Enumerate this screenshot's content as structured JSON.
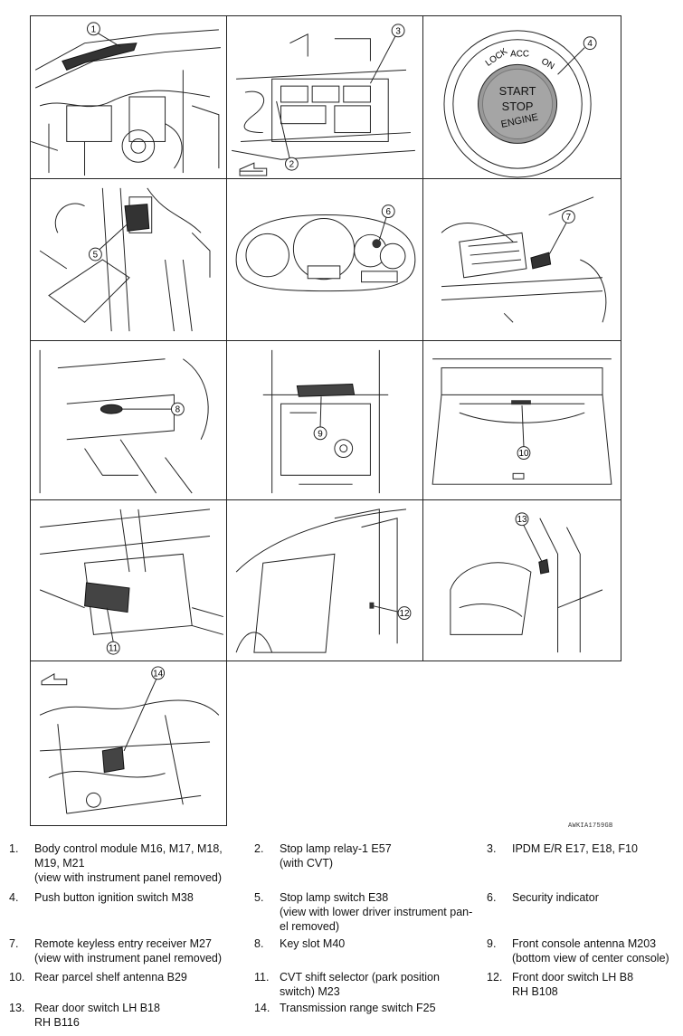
{
  "figure_code": "AWKIA1759GB",
  "panels": [
    {
      "callout": "1"
    },
    {
      "callout": "2"
    },
    {
      "callout": "3"
    },
    {
      "callout": "4",
      "ignition": {
        "lock": "LOCK",
        "acc": "ACC",
        "on": "ON",
        "start": "START",
        "stop": "STOP",
        "engine": "ENGINE"
      }
    },
    {
      "callout": "5"
    },
    {
      "callout": "6"
    },
    {
      "callout": "7"
    },
    {
      "callout": "8"
    },
    {
      "callout": "9"
    },
    {
      "callout": "10"
    },
    {
      "callout": "11"
    },
    {
      "callout": "12"
    },
    {
      "callout": "13"
    },
    {
      "callout": "14"
    }
  ],
  "legend": [
    {
      "num": "1.",
      "text": "Body control module M16, M17, M18,\nM19, M21\n(view with instrument panel removed)"
    },
    {
      "num": "2.",
      "text": "Stop lamp relay-1 E57\n(with CVT)"
    },
    {
      "num": "3.",
      "text": "IPDM E/R E17, E18, F10"
    },
    {
      "num": "4.",
      "text": "Push button ignition switch M38"
    },
    {
      "num": "5.",
      "text": "Stop lamp switch E38\n(view with lower driver instrument pan-\nel removed)"
    },
    {
      "num": "6.",
      "text": "Security indicator"
    },
    {
      "num": "7.",
      "text": "Remote keyless entry receiver M27\n(view with instrument panel removed)"
    },
    {
      "num": "8.",
      "text": "Key slot M40"
    },
    {
      "num": "9.",
      "text": "Front console antenna M203\n(bottom view of center console)"
    },
    {
      "num": "10.",
      "text": " Rear parcel shelf antenna B29"
    },
    {
      "num": "11.",
      "text": "CVT shift selector (park position\nswitch) M23"
    },
    {
      "num": "12.",
      "text": "Front door switch LH B8\nRH B108"
    },
    {
      "num": "13.",
      "text": "Rear door switch LH B18\nRH B116"
    },
    {
      "num": "14.",
      "text": "Transmission range switch F25"
    }
  ]
}
